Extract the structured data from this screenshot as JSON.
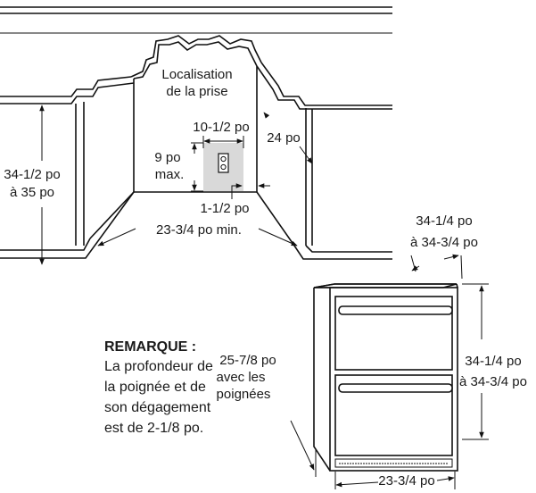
{
  "labels": {
    "outlet_location_1": "Localisation",
    "outlet_location_2": "de la prise",
    "outlet_width": "10-1/2 po",
    "outlet_height_1": "9 po",
    "outlet_height_2": "max.",
    "outlet_offset": "1-1/2 po",
    "depth": "24 po",
    "counter_height_1": "34-1/2 po",
    "counter_height_2": "à 35 po",
    "opening_width": "23-3/4 po min.",
    "unit_depth_1": "34-1/4 po",
    "unit_depth_2": "à 34-3/4 po",
    "unit_height_1": "34-1/4 po",
    "unit_height_2": "à 34-3/4 po",
    "handle_depth_1": "25-7/8 po",
    "handle_depth_2": "avec les",
    "handle_depth_3": "poignées",
    "unit_width": "23-3/4 po"
  },
  "note": {
    "title": "REMARQUE :",
    "line1": "La profondeur de",
    "line2": "la poignée et de",
    "line3": "son dégagement",
    "line4": "est de 2-1/8 po."
  }
}
